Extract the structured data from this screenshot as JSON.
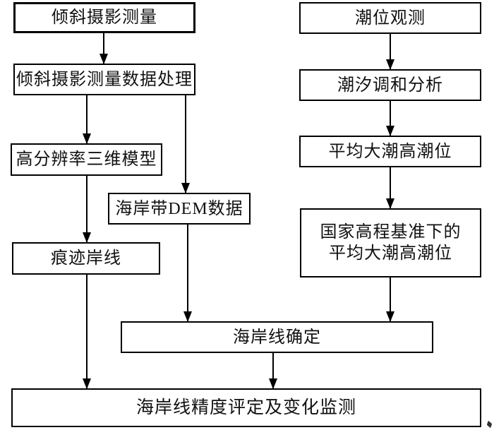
{
  "diagram": {
    "type": "flowchart",
    "language": "zh-CN",
    "colors": {
      "line": "#000000",
      "background": "#ffffff",
      "text": "#111111"
    },
    "boxes": {
      "oblique_photogrammetry": "倾斜摄影测量",
      "oblique_data_processing": "倾斜摄影测量数据处理",
      "high_res_3d_model": "高分辨率三维模型",
      "coastal_dem_data": "海岸带DEM数据",
      "trace_shoreline": "痕迹岸线",
      "tide_observation": "潮位观测",
      "tidal_harmonic_analysis": "潮汐调和分析",
      "mean_spring_high_tide": "平均大潮高潮位",
      "national_datum_tide_line1": "国家高程基准下的",
      "national_datum_tide_line2": "平均大潮高潮位",
      "shoreline_determination": "海岸线确定",
      "accuracy_and_change_monitoring": "海岸线精度评定及变化监测"
    },
    "edges": [
      {
        "from": "oblique_photogrammetry",
        "to": "oblique_data_processing"
      },
      {
        "from": "oblique_data_processing",
        "to": "high_res_3d_model"
      },
      {
        "from": "oblique_data_processing",
        "to": "coastal_dem_data"
      },
      {
        "from": "high_res_3d_model",
        "to": "trace_shoreline"
      },
      {
        "from": "trace_shoreline",
        "to": "accuracy_and_change_monitoring"
      },
      {
        "from": "coastal_dem_data",
        "to": "shoreline_determination"
      },
      {
        "from": "tide_observation",
        "to": "tidal_harmonic_analysis"
      },
      {
        "from": "tidal_harmonic_analysis",
        "to": "mean_spring_high_tide"
      },
      {
        "from": "mean_spring_high_tide",
        "to": "national_datum_tide"
      },
      {
        "from": "national_datum_tide",
        "to": "shoreline_determination"
      },
      {
        "from": "shoreline_determination",
        "to": "accuracy_and_change_monitoring"
      }
    ]
  }
}
